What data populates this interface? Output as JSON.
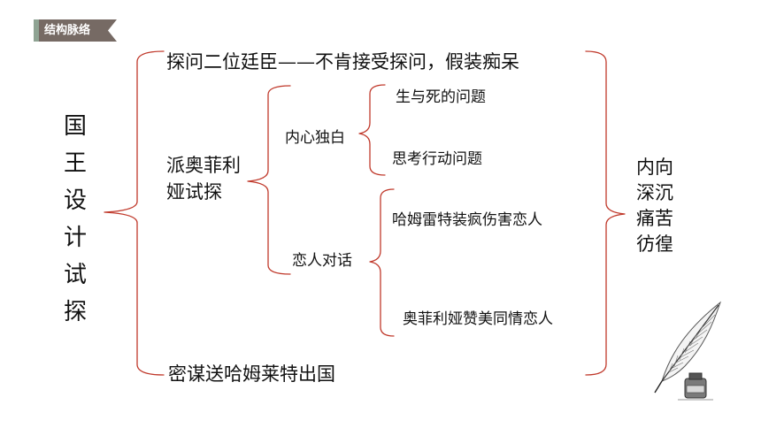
{
  "header": {
    "badge_label": "结构脉络",
    "badge_color": "#766a64",
    "badge_accent_color": "#8fa393"
  },
  "diagram": {
    "root": "国王设计试探",
    "branches": [
      {
        "label": "探问二位廷臣——不肯接受探问，假装痴呆"
      },
      {
        "label": "派奥菲利娅试探",
        "children": [
          {
            "label": "内心独白",
            "children": [
              {
                "label": "生与死的问题"
              },
              {
                "label": "思考行动问题"
              }
            ]
          },
          {
            "label": "恋人对话",
            "children": [
              {
                "label": "哈姆雷特装疯伤害恋人"
              },
              {
                "label": "奥菲利娅赞美同情恋人"
              }
            ]
          }
        ]
      },
      {
        "label": "密谋送哈姆莱特出国"
      }
    ],
    "conclusion": "内向深沉痛苦彷徨",
    "bracket_color": "#c0392b"
  }
}
